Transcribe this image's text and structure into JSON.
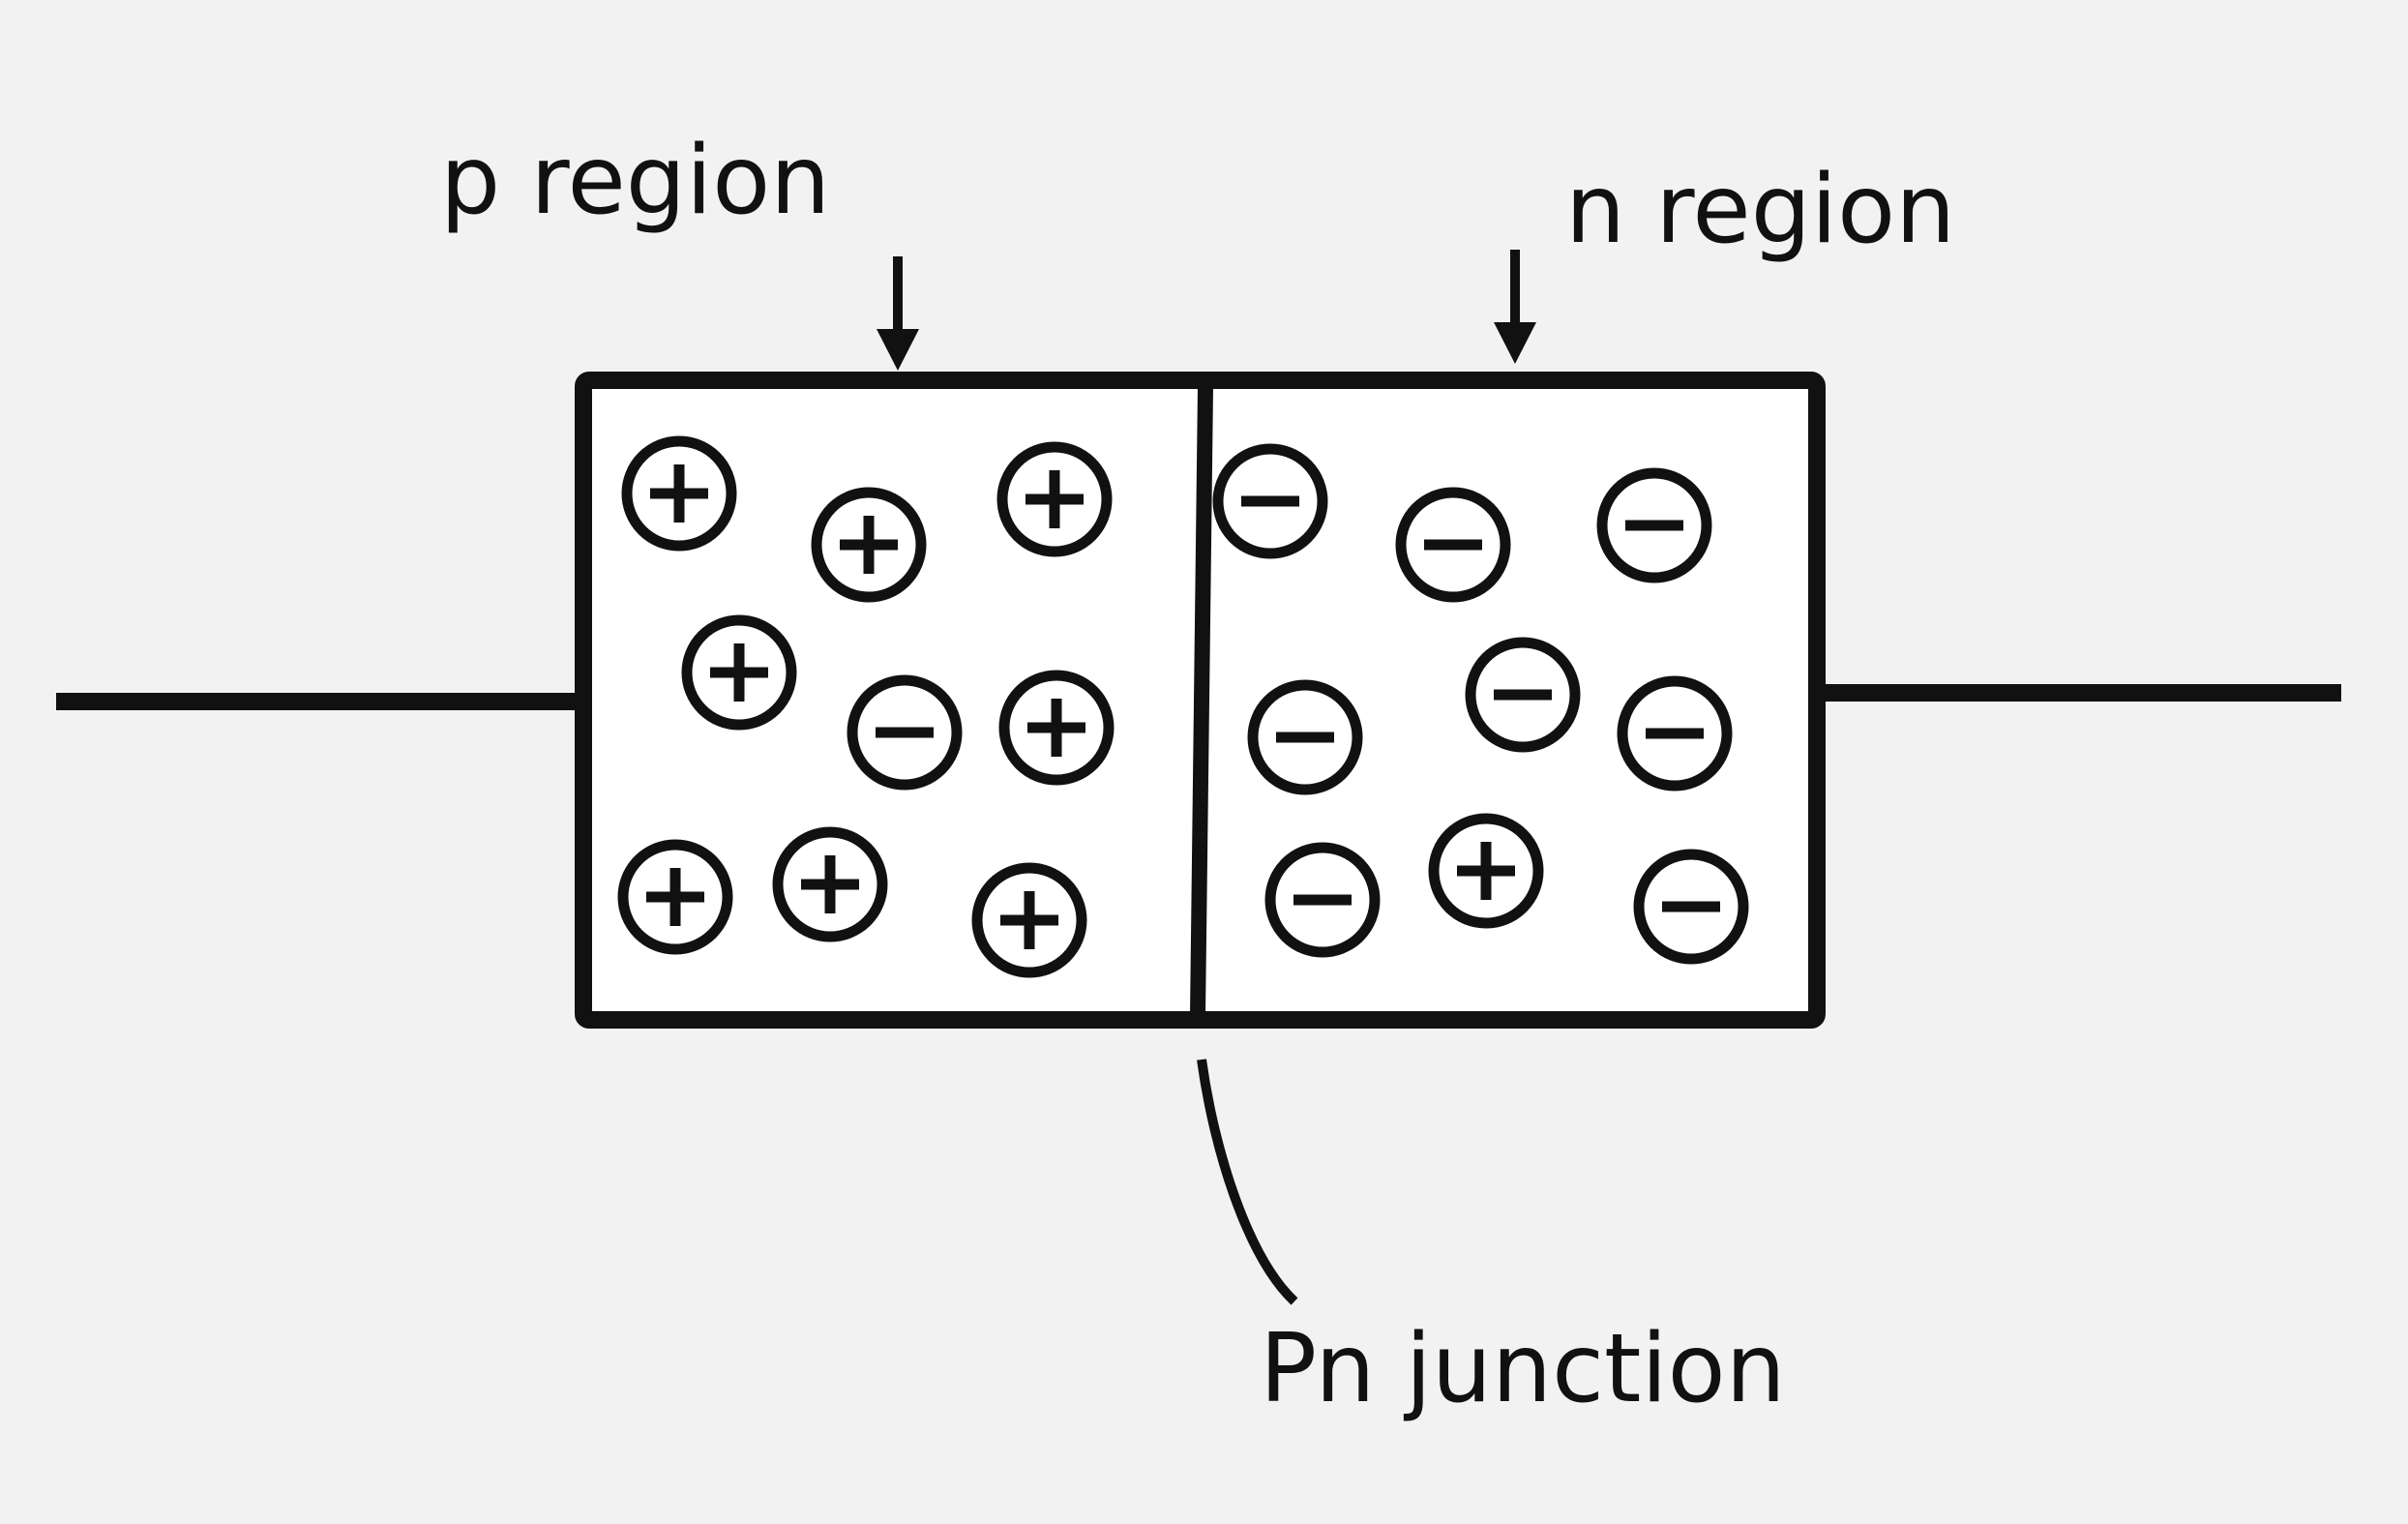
{
  "labels": {
    "p_region": "p region",
    "n_region": "n region",
    "junction": "Pn junction"
  },
  "symbols": {
    "plus": "+",
    "minus": "−"
  },
  "p_region_charges": [
    "+",
    "+",
    "+",
    "+",
    "−",
    "+",
    "+",
    "+",
    "+"
  ],
  "n_region_charges": [
    "−",
    "−",
    "−",
    "−",
    "−",
    "−",
    "−",
    "+",
    "−"
  ],
  "colors": {
    "background": "#f2f2f2",
    "stroke": "#111111",
    "fill": "#ffffff"
  }
}
